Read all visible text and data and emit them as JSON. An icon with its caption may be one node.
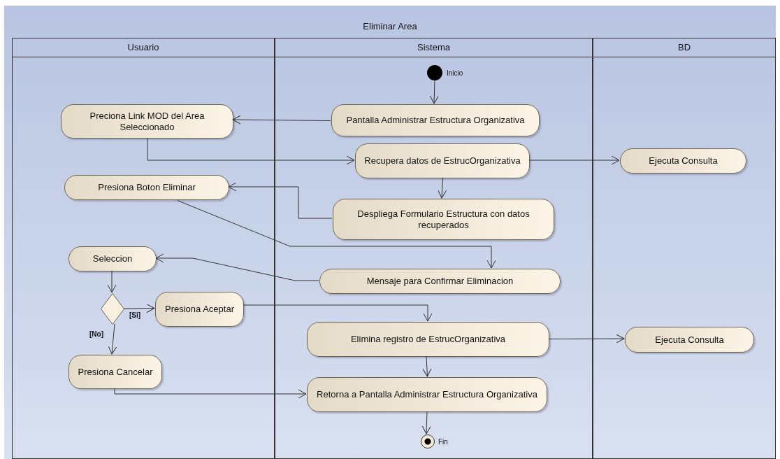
{
  "diagram": {
    "nodes": [
      {
        "text": [
          "Eliminar Area"
        ]
      },
      {
        "text": [
          "Usuario"
        ],
        "in": 0
      },
      {
        "text": [
          "Sistema"
        ],
        "in": 0
      },
      {
        "text": [
          "BD"
        ],
        "in": 0
      },
      {
        "text": [],
        "shape": "circle",
        "in": 2,
        "beside": [
          "Inicio"
        ]
      },
      {
        "text": [
          "Pantalla Administrar Estructura Organizativa"
        ],
        "in": 2
      },
      {
        "text": [
          "Preciona Link MOD del Area Seleccionado"
        ],
        "in": 1
      },
      {
        "text": [
          "Recupera datos de EstrucOrganizativa"
        ],
        "in": 2
      },
      {
        "text": [
          "Ejecuta Consulta"
        ],
        "in": 3
      },
      {
        "text": [
          "Despliega Formulario Estructura con datos recuperados"
        ],
        "in": 2
      },
      {
        "text": [
          "Presiona Boton Eliminar"
        ],
        "in": 1
      },
      {
        "text": [
          "Mensaje para Confirmar Eliminacion"
        ],
        "in": 2
      },
      {
        "text": [
          "Seleccion"
        ],
        "in": 1
      },
      {
        "text": [],
        "shape": "diamond",
        "in": 1
      },
      {
        "text": [
          "Presiona Aceptar"
        ],
        "in": 1
      },
      {
        "text": [
          "Elimina registro de EstrucOrganizativa"
        ],
        "in": 2
      },
      {
        "text": [
          "Ejecuta Consulta"
        ],
        "in": 3
      },
      {
        "text": [
          "Presiona Cancelar"
        ],
        "in": 1
      },
      {
        "text": [
          "Retorna a Pantalla Administrar Estructura Organizativa"
        ],
        "in": 2
      },
      {
        "text": [],
        "shape": "circle",
        "in": 2,
        "beside": [
          "Fin"
        ]
      }
    ],
    "edges": [
      {
        "from": 4,
        "to": 5,
        "arrow": "to"
      },
      {
        "from": 5,
        "to": 6,
        "arrow": "to"
      },
      {
        "from": 6,
        "to": 7,
        "arrow": "to"
      },
      {
        "from": 7,
        "to": 8,
        "arrow": "to"
      },
      {
        "from": 7,
        "to": 9,
        "arrow": "to"
      },
      {
        "from": 9,
        "to": 10,
        "arrow": "to"
      },
      {
        "from": 10,
        "to": 11,
        "arrow": "to"
      },
      {
        "from": 11,
        "to": 12,
        "arrow": "to"
      },
      {
        "from": 12,
        "to": 13,
        "arrow": "to"
      },
      {
        "from": 13,
        "to": 14,
        "arrow": "to",
        "label": "[Si]"
      },
      {
        "from": 13,
        "to": 17,
        "arrow": "to",
        "label": "[No]"
      },
      {
        "from": 14,
        "to": 15,
        "arrow": "to"
      },
      {
        "from": 15,
        "to": 16,
        "arrow": "to"
      },
      {
        "from": 15,
        "to": 18,
        "arrow": "to"
      },
      {
        "from": 17,
        "to": 18,
        "arrow": "to"
      },
      {
        "from": 18,
        "to": 19,
        "arrow": "to"
      }
    ]
  }
}
